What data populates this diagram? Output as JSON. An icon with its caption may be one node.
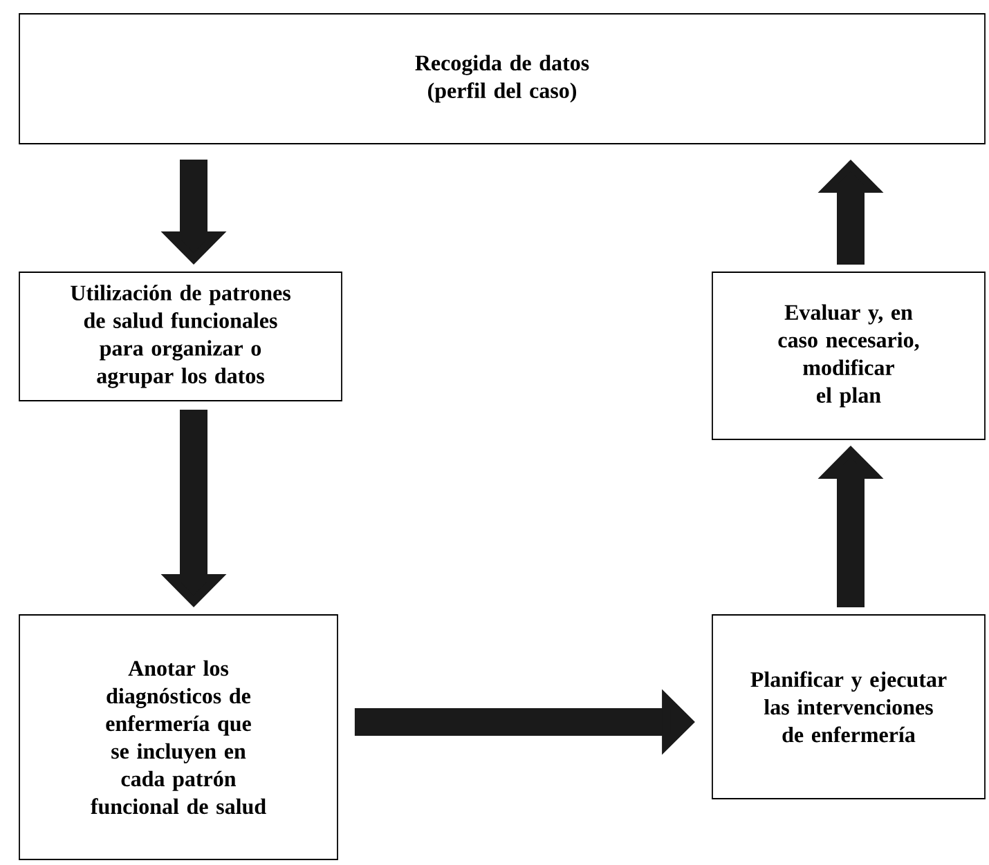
{
  "diagram": {
    "nodes": [
      {
        "text": [
          "Recogida de datos (perfil del caso)"
        ]
      },
      {
        "text": [
          "Utilización de patrones de salud funcionales para organizar o agrupar los datos"
        ]
      },
      {
        "text": [
          "Anotar los diagnósticos de enfermería que se incluyen en cada patrón funcional de salud"
        ]
      },
      {
        "text": [
          "Evaluar y, en caso necesario, modificar el plan"
        ]
      },
      {
        "text": [
          "Planificar y ejecutar las intervenciones de enfermería"
        ]
      }
    ],
    "edges": [
      {
        "from": 0,
        "to": 1,
        "arrow": "to"
      },
      {
        "from": 1,
        "to": 2,
        "arrow": "to"
      },
      {
        "from": 2,
        "to": 4,
        "arrow": "to"
      },
      {
        "from": 4,
        "to": 3,
        "arrow": "to"
      },
      {
        "from": 3,
        "to": 0,
        "arrow": "to"
      }
    ]
  }
}
